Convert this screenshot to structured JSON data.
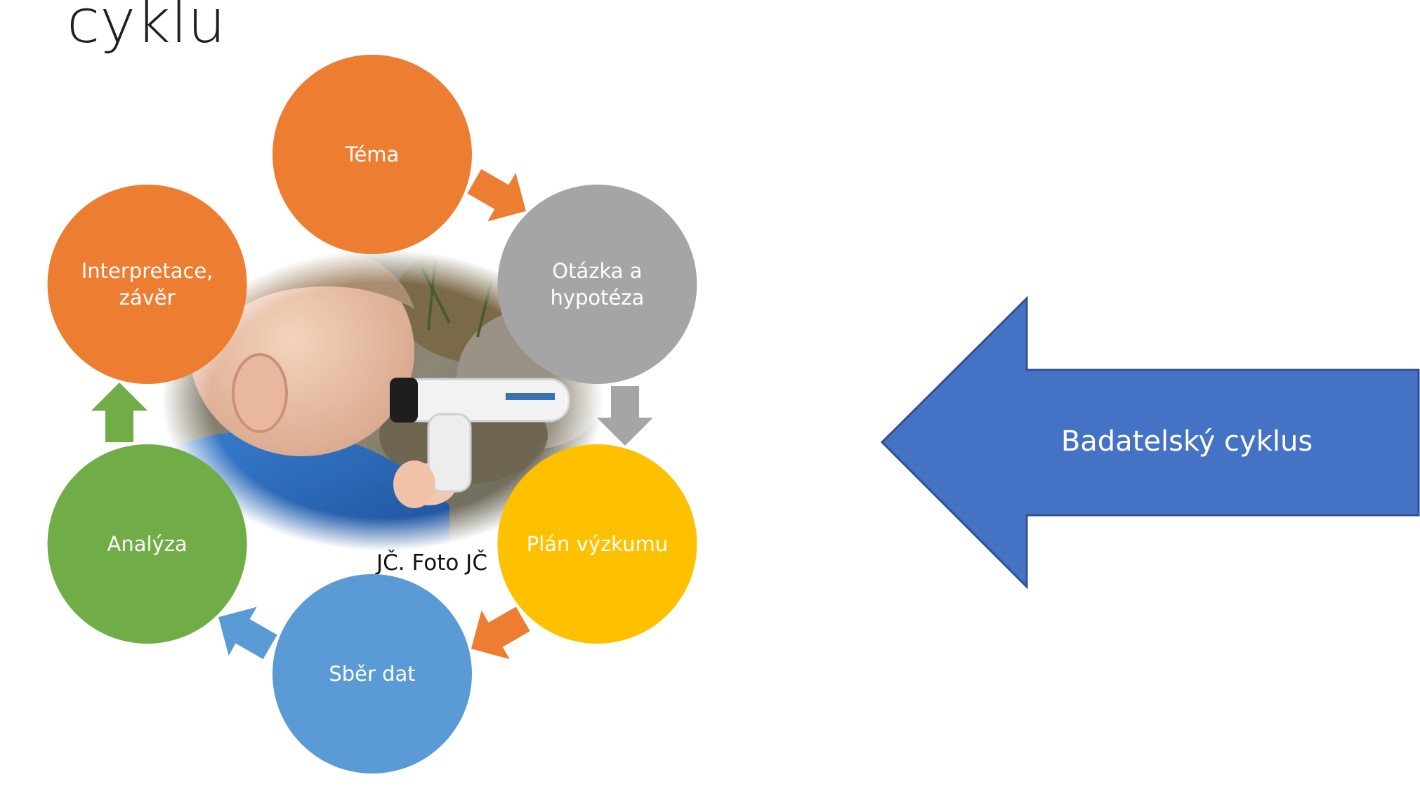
{
  "slide": {
    "title_fragment": "cyklu",
    "photo_caption": "JČ. Foto JČ",
    "callout_label": "Badatelský cyklus"
  },
  "cycle": {
    "nodes": [
      {
        "id": "tema",
        "lines": [
          "Téma"
        ],
        "color": "#ED7D31"
      },
      {
        "id": "otazka",
        "lines": [
          "Otázka a",
          "hypotéza"
        ],
        "color": "#A5A5A5"
      },
      {
        "id": "plan",
        "lines": [
          "Plán výzkumu"
        ],
        "color": "#FFC000"
      },
      {
        "id": "sber",
        "lines": [
          "Sběr dat"
        ],
        "color": "#5B9BD5"
      },
      {
        "id": "analyza",
        "lines": [
          "Analýza"
        ],
        "color": "#70AD47"
      },
      {
        "id": "interpretace",
        "lines": [
          "Interpretace,",
          "závěr"
        ],
        "color": "#ED7D31"
      }
    ],
    "connector_colors": [
      "#ED7D31",
      "#A5A5A5",
      "#FFC000",
      "#5B9BD5",
      "#70AD47",
      "#ED7D31"
    ]
  },
  "callout": {
    "color": "#4472C4",
    "border": "#2F528F",
    "direction": "left"
  },
  "photo": {
    "description_icon": "child-with-microscope-photo"
  }
}
